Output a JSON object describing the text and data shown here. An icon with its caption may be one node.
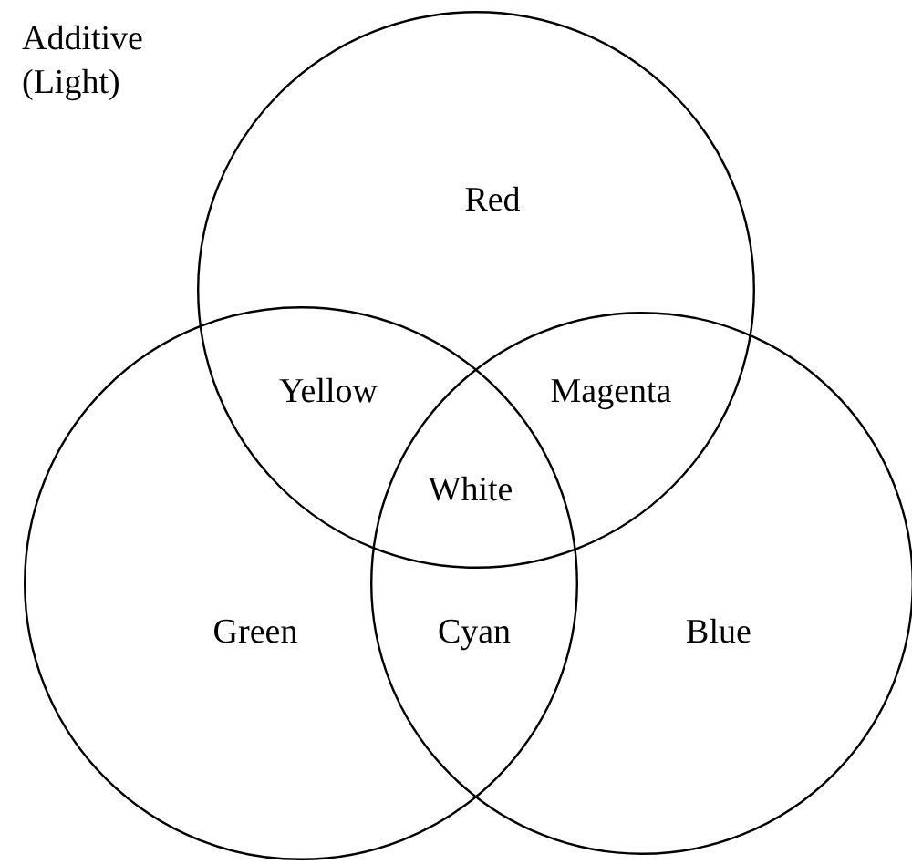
{
  "diagram": {
    "title": "Additive (Light)",
    "nodes": [
      {
        "text": [
          "Red"
        ]
      },
      {
        "text": [
          "Green"
        ]
      },
      {
        "text": [
          "Blue"
        ]
      }
    ],
    "labels": [
      "Yellow",
      "Magenta",
      "White",
      "Cyan"
    ]
  }
}
